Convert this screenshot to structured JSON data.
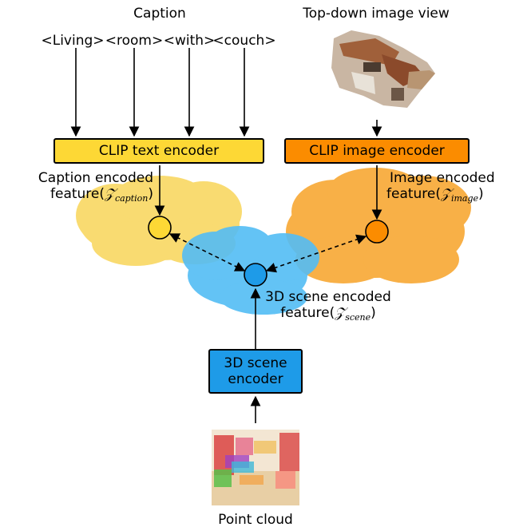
{
  "colors": {
    "caption_cloud": "#f9d862",
    "image_cloud": "#f8a834",
    "scene_cloud": "#53bdf5",
    "text_encoder": "#fdd835",
    "image_encoder": "#fb8c00",
    "scene_encoder": "#1e9be8"
  },
  "caption": {
    "title": "Caption",
    "tokens": [
      "<Living>",
      "<room>",
      "<with>",
      "<couch>"
    ]
  },
  "topdown": {
    "title": "Top-down image view"
  },
  "encoders": {
    "text": "CLIP text encoder",
    "image": "CLIP image encoder",
    "scene_line1": "3D scene",
    "scene_line2": "encoder"
  },
  "features": {
    "caption_line1": "Caption encoded",
    "caption_prefix": "feature(",
    "caption_symbol": "𝒵",
    "caption_sub": "caption",
    "caption_suffix": ")",
    "image_line1": "Image encoded",
    "image_prefix": "feature(",
    "image_symbol": "𝒵",
    "image_sub": "image",
    "image_suffix": ")",
    "scene_line1": "3D scene encoded",
    "scene_prefix": "feature(",
    "scene_symbol": "𝒵",
    "scene_sub": "scene",
    "scene_suffix": ")"
  },
  "pointcloud": {
    "title": "Point cloud"
  }
}
